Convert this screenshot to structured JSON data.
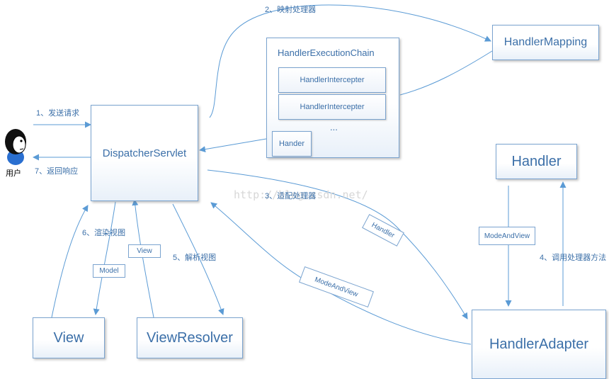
{
  "nodes": {
    "dispatcher": "DispatcherServlet",
    "handler_mapping": "HandlerMapping",
    "chain_title": "HandlerExecutionChain",
    "interceptor_1": "HandlerIntercepter",
    "interceptor_2": "HandlerIntercepter",
    "ellipsis": "...",
    "hander": "Hander",
    "handler": "Handler",
    "handler_adapter": "HandlerAdapter",
    "view": "View",
    "view_resolver": "ViewResolver",
    "user": "用户"
  },
  "edge_labels": {
    "step1": "1、发送请求",
    "step2": "2、映射处理器",
    "step3": "3、适配处理器",
    "step4": "4、调用处理器方法",
    "step5": "5、解析视图",
    "step6": "6、渲染视图",
    "step7": "7、返回响应"
  },
  "tags": {
    "handler_tag": "Handler",
    "modelandview_tag": "ModeAndView",
    "modelandview_small": "ModeAndView",
    "model_tag": "Model",
    "view_tag": "View"
  },
  "watermark": "http://blog.csdn.net/",
  "colors": {
    "line": "#5b9bd5",
    "text": "#3b6fa8",
    "border": "#7aa3cf"
  }
}
